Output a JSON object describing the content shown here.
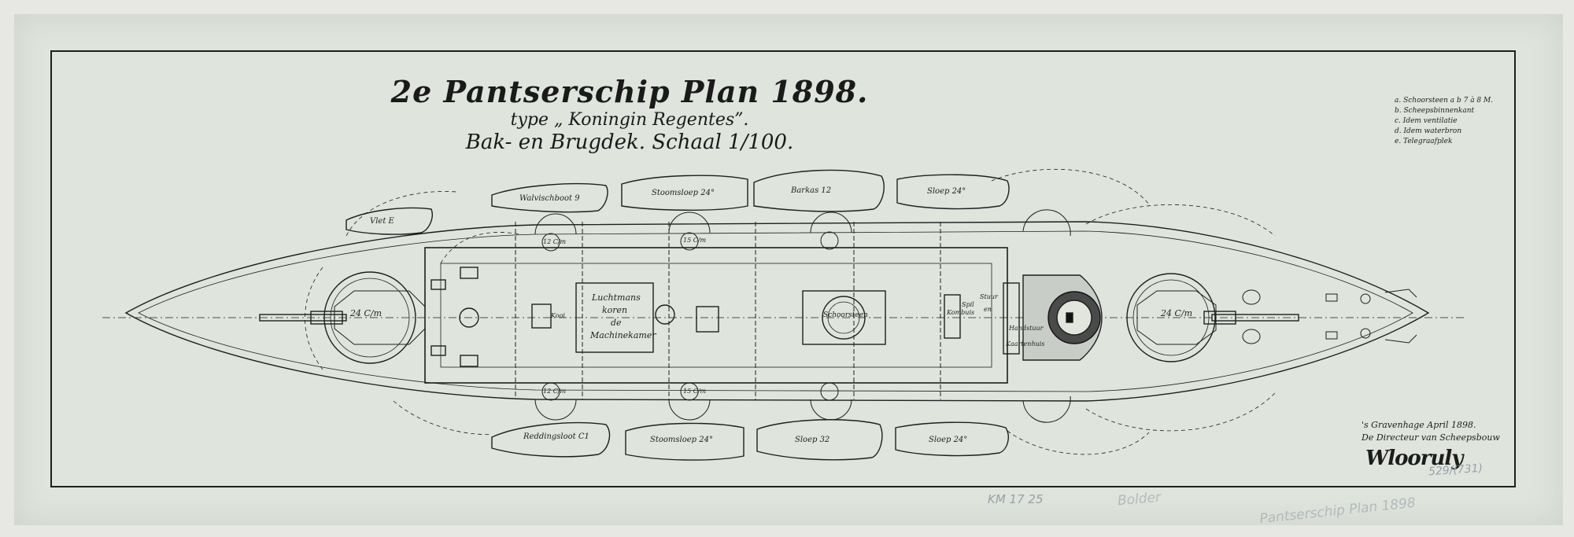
{
  "title": {
    "line1": "2e Pantserschip Plan 1898.",
    "line2": "type „ Koningin Regentes”.",
    "line3": "Bak- en Brugdek. Schaal 1/100."
  },
  "legend": [
    "a. Schoorsteen a b 7 à 8 M.",
    "b. Scheepsbinnenkant",
    "c. Idem ventilatie",
    "d. Idem waterbron",
    "e. Telegraafplek"
  ],
  "boats_top": [
    "Walvischboot 9 ",
    "Stoomsloep 24°",
    "Barkas 12",
    "Sloep 24°"
  ],
  "boats_bottom": [
    "Reddingsloot C1",
    "Stoomsloep 24°",
    "Sloep 32",
    "Sloep 24°"
  ],
  "boat_left": "Vlet E",
  "deck_labels": {
    "turret_aft": "24 C/m",
    "turret_fwd": "24 C/m",
    "lichtmans": [
      "Luchtmans",
      "koren",
      "de",
      "Machinekamer"
    ],
    "schoorsteen": "Schoorsteen",
    "kooi": "Kooi",
    "kombuis": "Kombuis",
    "spil": "Spil",
    "stuur": [
      "Stuur",
      "en",
      "Handstuur"
    ],
    "kaart": "Kaartenhuis",
    "gun_small": [
      "12 C/m",
      "15 C/m",
      "12 C/m",
      "15 C/m"
    ]
  },
  "place_date": "'s Gravenhage April 1898.",
  "director": "De Directeur van Scheepsbouw",
  "signature": "Wlooruly",
  "pencil_marks": [
    "529/(731)",
    "KM 17 25",
    "Bolder",
    "Pantserschip Plan 1898"
  ],
  "colors": {
    "paper": "#dfe4dd",
    "ink": "#1f1f1f"
  }
}
